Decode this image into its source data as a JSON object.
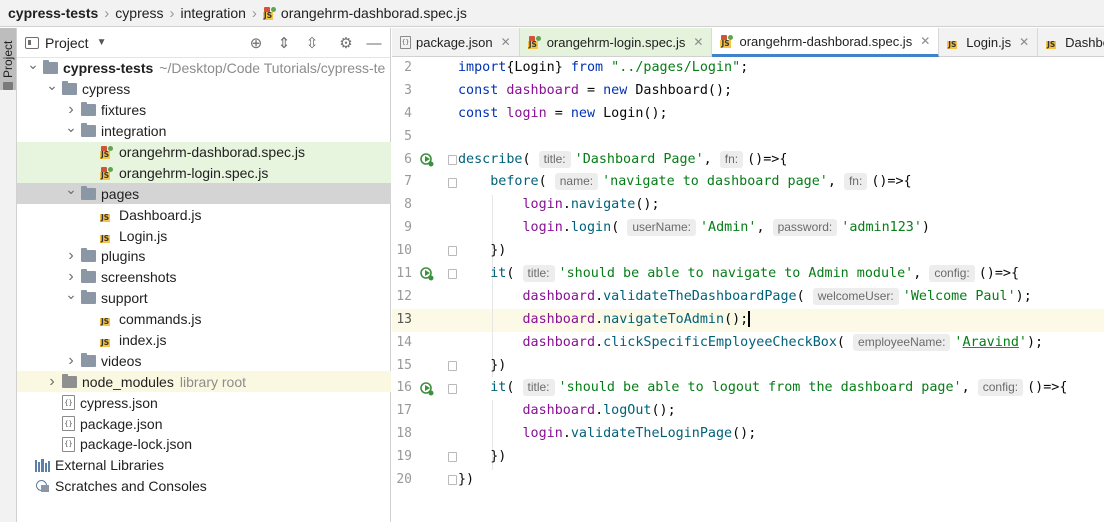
{
  "breadcrumb": {
    "project": "cypress-tests",
    "folder1": "cypress",
    "folder2": "integration",
    "file": "orangehrm-dashborad.spec.js"
  },
  "tool_stripe": {
    "label": "Project"
  },
  "panel": {
    "title": "Project"
  },
  "tree": [
    {
      "label": "cypress-tests",
      "suffix": "~/Desktop/Code Tutorials/cypress-te",
      "kind": "folder",
      "depth": 0,
      "expanded": true,
      "bold": true
    },
    {
      "label": "cypress",
      "kind": "folder",
      "depth": 1,
      "expanded": true
    },
    {
      "label": "fixtures",
      "kind": "folder",
      "depth": 2,
      "expanded": false
    },
    {
      "label": "integration",
      "kind": "folder",
      "depth": 2,
      "expanded": true
    },
    {
      "label": "orangehrm-dashborad.spec.js",
      "kind": "spec",
      "depth": 3,
      "highlight": "green"
    },
    {
      "label": "orangehrm-login.spec.js",
      "kind": "spec",
      "depth": 3,
      "highlight": "green"
    },
    {
      "label": "pages",
      "kind": "folder",
      "depth": 2,
      "expanded": true,
      "highlight": "grey"
    },
    {
      "label": "Dashboard.js",
      "kind": "js",
      "depth": 3
    },
    {
      "label": "Login.js",
      "kind": "js",
      "depth": 3
    },
    {
      "label": "plugins",
      "kind": "folder",
      "depth": 2,
      "expanded": false
    },
    {
      "label": "screenshots",
      "kind": "folder",
      "depth": 2,
      "expanded": false
    },
    {
      "label": "support",
      "kind": "folder",
      "depth": 2,
      "expanded": true
    },
    {
      "label": "commands.js",
      "kind": "js",
      "depth": 3
    },
    {
      "label": "index.js",
      "kind": "js",
      "depth": 3
    },
    {
      "label": "videos",
      "kind": "folder",
      "depth": 2,
      "expanded": false
    },
    {
      "label": "node_modules",
      "suffix": "library root",
      "kind": "folder-plain",
      "depth": 1,
      "expanded": false,
      "highlight": "lib"
    },
    {
      "label": "cypress.json",
      "kind": "json",
      "depth": 1
    },
    {
      "label": "package.json",
      "kind": "json",
      "depth": 1
    },
    {
      "label": "package-lock.json",
      "kind": "json",
      "depth": 1
    },
    {
      "label": "External Libraries",
      "kind": "lib",
      "depth": 0
    },
    {
      "label": "Scratches and Consoles",
      "kind": "scratch",
      "depth": 0
    }
  ],
  "tabs": [
    {
      "label": "package.json",
      "kind": "json",
      "closable": true
    },
    {
      "label": "orangehrm-login.spec.js",
      "kind": "spec",
      "closable": true,
      "green": true
    },
    {
      "label": "orangehrm-dashborad.spec.js",
      "kind": "spec",
      "closable": true,
      "green": true,
      "active": true
    },
    {
      "label": "Login.js",
      "kind": "js",
      "closable": true
    },
    {
      "label": "Dashboard.js",
      "kind": "js",
      "closable": false
    }
  ],
  "editor": {
    "current_line": 13,
    "lines": [
      {
        "n": "2",
        "tokens": [
          [
            "kw",
            "import"
          ],
          [
            "",
            "{Login} "
          ],
          [
            "kw",
            "from"
          ],
          [
            "str",
            " \"../pages/Login\""
          ],
          [
            "",
            ";"
          ]
        ]
      },
      {
        "n": "3",
        "tokens": [
          [
            "kw",
            "const "
          ],
          [
            "vr",
            "dashboard"
          ],
          [
            "",
            " = "
          ],
          [
            "kw",
            "new "
          ],
          [
            "",
            "Dashboard();"
          ]
        ]
      },
      {
        "n": "4",
        "tokens": [
          [
            "kw",
            "const "
          ],
          [
            "vr",
            "login"
          ],
          [
            "",
            " = "
          ],
          [
            "kw",
            "new "
          ],
          [
            "",
            "Login();"
          ]
        ]
      },
      {
        "n": "5",
        "tokens": []
      },
      {
        "n": "6",
        "run": true,
        "fold": true,
        "tokens": [
          [
            "fn",
            "describe"
          ],
          [
            "",
            "( "
          ],
          [
            "hint",
            "title:"
          ],
          [
            "str",
            "'Dashboard Page'"
          ],
          [
            "",
            ", "
          ],
          [
            "hint",
            "fn:"
          ],
          [
            "",
            "()=>{"
          ]
        ]
      },
      {
        "n": "7",
        "fold": true,
        "tokens": [
          [
            "",
            "    "
          ],
          [
            "fn",
            "before"
          ],
          [
            "",
            "( "
          ],
          [
            "hint",
            "name:"
          ],
          [
            "str",
            "'navigate to dashboard page'"
          ],
          [
            "",
            ", "
          ],
          [
            "hint",
            "fn:"
          ],
          [
            "",
            "()=>{"
          ]
        ]
      },
      {
        "n": "8",
        "tokens": [
          [
            "",
            "        "
          ],
          [
            "vr",
            "login"
          ],
          [
            "",
            "."
          ],
          [
            "fc",
            "navigate"
          ],
          [
            "",
            "();"
          ]
        ]
      },
      {
        "n": "9",
        "tokens": [
          [
            "",
            "        "
          ],
          [
            "vr",
            "login"
          ],
          [
            "",
            "."
          ],
          [
            "fc",
            "login"
          ],
          [
            "",
            "( "
          ],
          [
            "hint",
            "userName:"
          ],
          [
            "str",
            "'Admin'"
          ],
          [
            "",
            ", "
          ],
          [
            "hint",
            "password:"
          ],
          [
            "str",
            "'admin123'"
          ],
          [
            "",
            ")"
          ]
        ]
      },
      {
        "n": "10",
        "fold": true,
        "tokens": [
          [
            "",
            "    })"
          ]
        ]
      },
      {
        "n": "11",
        "run": true,
        "fold": true,
        "tokens": [
          [
            "",
            "    "
          ],
          [
            "fn",
            "it"
          ],
          [
            "",
            "( "
          ],
          [
            "hint",
            "title:"
          ],
          [
            "str",
            "'should be able to navigate to Admin module'"
          ],
          [
            "",
            ", "
          ],
          [
            "hint",
            "config:"
          ],
          [
            "",
            "()=>{"
          ]
        ]
      },
      {
        "n": "12",
        "tokens": [
          [
            "",
            "        "
          ],
          [
            "vr",
            "dashboard"
          ],
          [
            "",
            "."
          ],
          [
            "fc",
            "validateTheDashboardPage"
          ],
          [
            "",
            "( "
          ],
          [
            "hint",
            "welcomeUser:"
          ],
          [
            "str",
            "'Welcome Paul'"
          ],
          [
            "",
            ");"
          ]
        ]
      },
      {
        "n": "13",
        "tokens": [
          [
            "",
            "        "
          ],
          [
            "vr",
            "dashboard"
          ],
          [
            "",
            "."
          ],
          [
            "fc",
            "navigateToAdmin"
          ],
          [
            "",
            "();"
          ],
          [
            "caret",
            ""
          ]
        ]
      },
      {
        "n": "14",
        "tokens": [
          [
            "",
            "        "
          ],
          [
            "vr",
            "dashboard"
          ],
          [
            "",
            "."
          ],
          [
            "fc",
            "clickSpecificEmployeeCheckBox"
          ],
          [
            "",
            "( "
          ],
          [
            "hint",
            "employeeName:"
          ],
          [
            "str",
            "'"
          ],
          [
            "strul",
            "Aravind"
          ],
          [
            "str",
            "'"
          ],
          [
            "",
            ");"
          ]
        ]
      },
      {
        "n": "15",
        "fold": true,
        "tokens": [
          [
            "",
            "    })"
          ]
        ]
      },
      {
        "n": "16",
        "run": true,
        "fold": true,
        "tokens": [
          [
            "",
            "    "
          ],
          [
            "fn",
            "it"
          ],
          [
            "",
            "( "
          ],
          [
            "hint",
            "title:"
          ],
          [
            "str",
            "'should be able to logout from the dashboard page'"
          ],
          [
            "",
            ", "
          ],
          [
            "hint",
            "config:"
          ],
          [
            "",
            "()=>{"
          ]
        ]
      },
      {
        "n": "17",
        "tokens": [
          [
            "",
            "        "
          ],
          [
            "vr",
            "dashboard"
          ],
          [
            "",
            "."
          ],
          [
            "fc",
            "logOut"
          ],
          [
            "",
            "();"
          ]
        ]
      },
      {
        "n": "18",
        "tokens": [
          [
            "",
            "        "
          ],
          [
            "vr",
            "login"
          ],
          [
            "",
            "."
          ],
          [
            "fc",
            "validateTheLoginPage"
          ],
          [
            "",
            "();"
          ]
        ]
      },
      {
        "n": "19",
        "fold": true,
        "tokens": [
          [
            "",
            "    })"
          ]
        ]
      },
      {
        "n": "20",
        "fold": true,
        "tokens": [
          [
            "",
            "})"
          ]
        ]
      }
    ]
  }
}
